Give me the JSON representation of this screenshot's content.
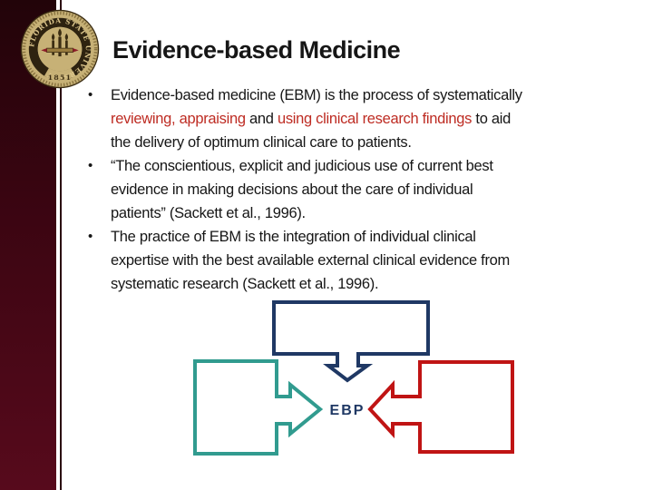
{
  "colors": {
    "white": "#ffffff",
    "ink": "#161616",
    "red_text": "#be2c23",
    "navy": "#1f3864",
    "teal": "#319b8f",
    "red": "#c01414",
    "maroon_dark": "#220409",
    "maroon_mid": "#3c0512",
    "maroon_light": "#570a1c",
    "divider": "#2b0a12",
    "gold": "#c7b176",
    "gold_deep": "#8a7440",
    "gold_text": "#dcc68c",
    "seal_band": "#2e2310",
    "seal_ink": "#3a2c12",
    "seal_red": "#8c1c28"
  },
  "slide": {
    "title": "Evidence-based Medicine",
    "bullet_char": "•",
    "seal": {
      "ring_text": "FLORIDA STATE UNIVERSITY",
      "year": "1851"
    },
    "bullets": [
      {
        "lines": [
          [
            {
              "t": "Evidence-based medicine (EBM) is the process of systematically"
            }
          ],
          [
            {
              "t": "reviewing,",
              "c": "red_text"
            },
            {
              "t": " "
            },
            {
              "t": "appraising",
              "c": "red_text"
            },
            {
              "t": " and "
            },
            {
              "t": "using clinical research findings",
              "c": "red_text"
            },
            {
              "t": " to aid"
            }
          ],
          [
            {
              "t": "the delivery of optimum clinical care to patients."
            }
          ]
        ]
      },
      {
        "lines": [
          [
            {
              "t": "“The conscientious, explicit and judicious use of current best"
            }
          ],
          [
            {
              "t": "evidence in making decisions about the care of individual"
            }
          ],
          [
            {
              "t": "patients” (Sackett et al., 1996)."
            }
          ]
        ]
      },
      {
        "lines": [
          [
            {
              "t": "The practice of EBM is the integration of individual clinical"
            }
          ],
          [
            {
              "t": "expertise with the best available external clinical evidence from"
            }
          ],
          [
            {
              "t": "systematic research (Sackett et al., 1996)."
            }
          ]
        ]
      }
    ],
    "diagram": {
      "center_label": "EBP"
    }
  }
}
